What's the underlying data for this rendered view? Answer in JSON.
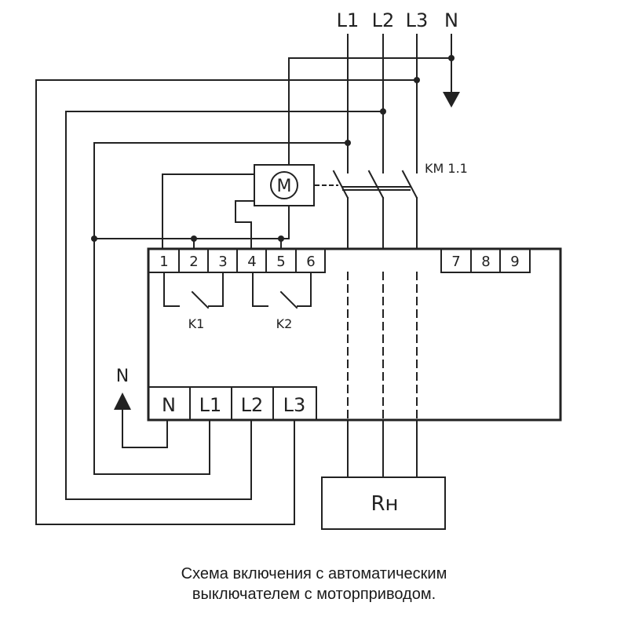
{
  "supply": {
    "l1": "L1",
    "l2": "L2",
    "l3": "L3",
    "n": "N"
  },
  "breaker": {
    "motor_label": "M",
    "switch_label": "KM 1.1"
  },
  "relay": {
    "terminals_top": [
      "1",
      "2",
      "3",
      "4",
      "5",
      "6"
    ],
    "terminals_right": [
      "7",
      "8",
      "9"
    ],
    "terminals_bottom": [
      "N",
      "L1",
      "L2",
      "L3"
    ],
    "contact_k1": "K1",
    "contact_k2": "K2",
    "neutral_marker": "N"
  },
  "load": {
    "label": "Rн"
  },
  "caption": {
    "line1": "Схема включения с автоматическим",
    "line2": "выключателем с моторприводом."
  }
}
